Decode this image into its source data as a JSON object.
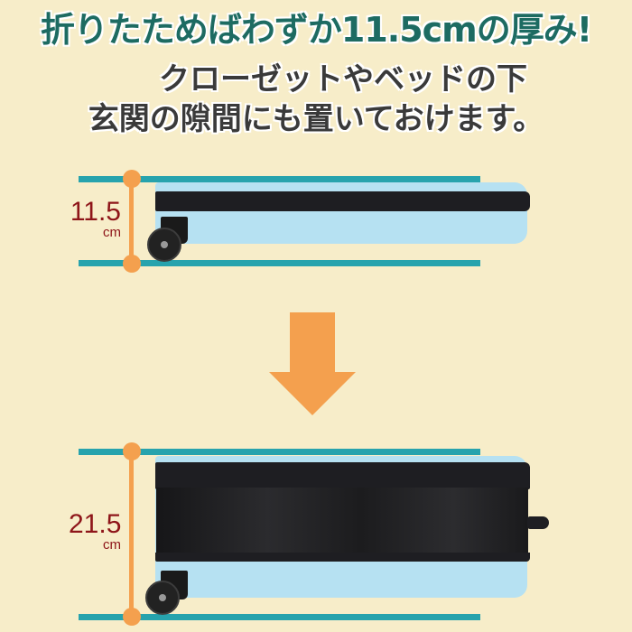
{
  "headline": "折りたためばわずか11.5cmの厚み!",
  "subtext": {
    "line1": "クローゼットやベッドの下",
    "line2": "玄関の隙間にも置いておけます。"
  },
  "folded": {
    "value": "11.5",
    "unit": "cm",
    "label": "folded-height"
  },
  "expanded": {
    "value": "21.5",
    "unit": "cm",
    "label": "expanded-height"
  },
  "colors": {
    "background": "#f7edc9",
    "headline": "#1d6b62",
    "measure_line": "#27a3ad",
    "accent": "#f4a04e",
    "measure_text": "#8e1519",
    "suitcase": "#b6e1f2"
  },
  "icons": {
    "arrow": "down-arrow-icon"
  }
}
